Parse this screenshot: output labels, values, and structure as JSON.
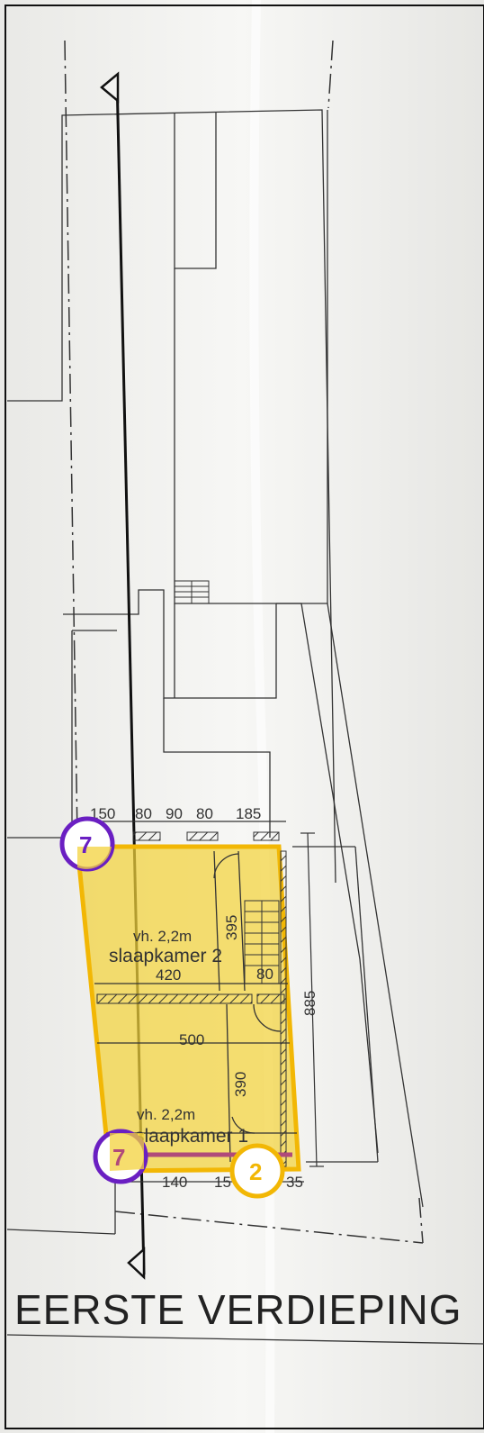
{
  "dimensions": {
    "top": [
      "150",
      "80",
      "90",
      "80",
      "185"
    ],
    "bottom": [
      "140",
      "15",
      "35"
    ],
    "height": "885",
    "room2_width": "420",
    "room2_depth": "395",
    "room2_small": "80",
    "room1_width": "500",
    "room1_depth": "390"
  },
  "rooms": {
    "upper": {
      "name": "slaapkamer 2",
      "height": "vh. 2,2m"
    },
    "lower": {
      "name": "slaapkamer 1",
      "height": "vh. 2,2m"
    }
  },
  "title": "EERSTE VERDIEPING",
  "badges": {
    "top_left": "7",
    "bottom_left": "7",
    "bottom_right": "2"
  },
  "colors": {
    "highlight_fill": "#f3d23c",
    "highlight_stroke": "#f2b705",
    "badge_purple": "#6a1fc2",
    "badge_gold": "#f2b705",
    "wall_accent": "#b04a7a"
  }
}
